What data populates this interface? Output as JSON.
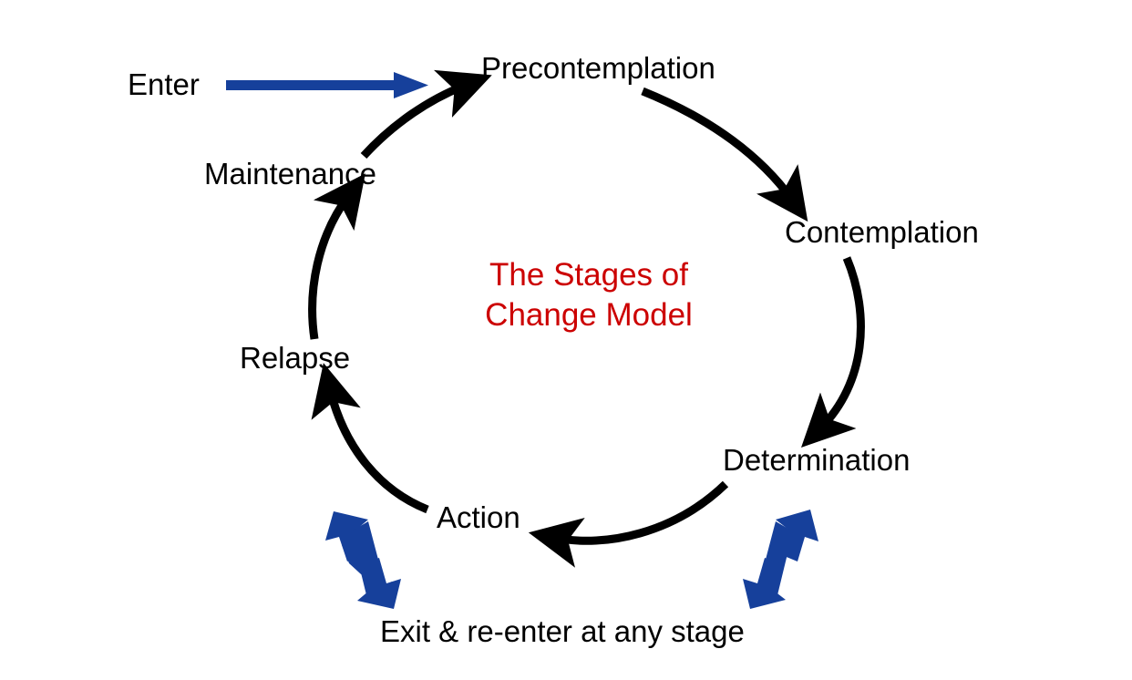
{
  "diagram": {
    "type": "cycle-diagram",
    "title": "The Stages of Change Model",
    "center_title_lines": [
      "The Stages of",
      "Change Model"
    ],
    "colors": {
      "stage_text": "#000000",
      "center_title": "#CC0000",
      "cycle_arrow": "#000000",
      "entry_exit_arrow": "#16409B",
      "background": "#FFFFFF"
    },
    "stages": [
      {
        "id": "precontemplation",
        "label": "Precontemplation",
        "position": "top"
      },
      {
        "id": "contemplation",
        "label": "Contemplation",
        "position": "upper-right"
      },
      {
        "id": "determination",
        "label": "Determination",
        "position": "lower-right"
      },
      {
        "id": "action",
        "label": "Action",
        "position": "bottom"
      },
      {
        "id": "relapse",
        "label": "Relapse",
        "position": "lower-left"
      },
      {
        "id": "maintenance",
        "label": "Maintenance",
        "position": "upper-left"
      }
    ],
    "entry": {
      "label": "Enter",
      "arrow_name": "enter-arrow",
      "arrow_direction": "right",
      "target": "precontemplation"
    },
    "exit": {
      "label": "Exit & re-enter at any stage",
      "left_arrow_name": "exit-arrow-left",
      "right_arrow_name": "exit-arrow-right",
      "arrow_direction": "double-headed"
    },
    "flow": [
      {
        "from": "precontemplation",
        "to": "contemplation"
      },
      {
        "from": "contemplation",
        "to": "determination"
      },
      {
        "from": "determination",
        "to": "action"
      },
      {
        "from": "action",
        "to": "relapse"
      },
      {
        "from": "relapse",
        "to": "maintenance"
      },
      {
        "from": "maintenance",
        "to": "precontemplation"
      }
    ]
  }
}
